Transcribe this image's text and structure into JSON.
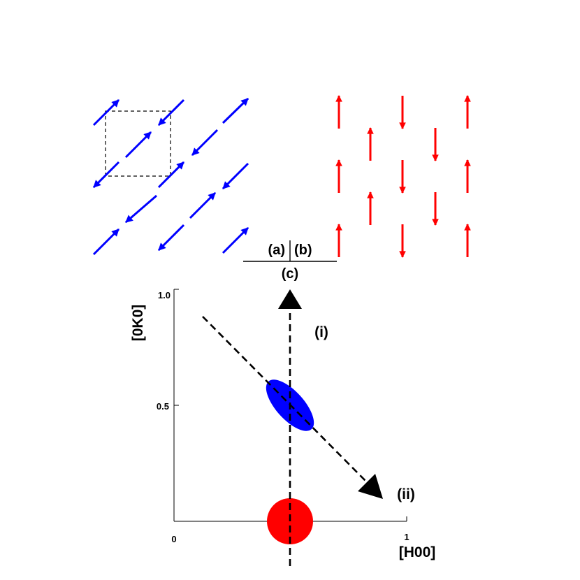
{
  "panel_labels": {
    "a": "(a)",
    "b": "(b)",
    "c": "(c)"
  },
  "axes": {
    "xlabel": "[H00]",
    "ylabel": "[0K0]",
    "xticks": [
      "0",
      "1"
    ],
    "yticks": [
      "0.5",
      "1.0"
    ]
  },
  "path_labels": {
    "i": "(i)",
    "ii": "(ii)"
  },
  "colors": {
    "blue": "#0000ff",
    "red": "#ff0000",
    "black": "#000000"
  },
  "icons": {
    "blue_spin": "diagonal-arrow-icon",
    "red_spin": "vertical-arrow-icon"
  }
}
